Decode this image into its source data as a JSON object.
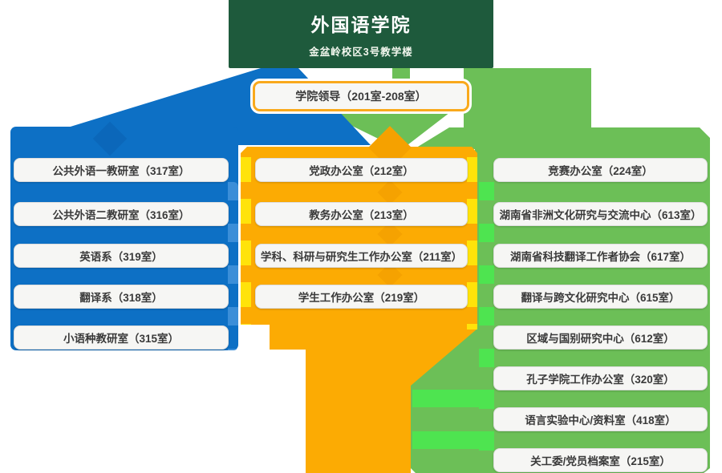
{
  "header": {
    "title": "外国语学院",
    "subtitle": "金盆岭校区3号教学楼"
  },
  "leadership": {
    "label": "学院领导（201室-208室）"
  },
  "columns": [
    {
      "name": "teaching-departments",
      "color": "#0d70c5",
      "items": [
        "公共外语一教研室（317室）",
        "公共外语二教研室（316室）",
        "英语系（319室）",
        "翻译系（318室）",
        "小语种教研室（315室）"
      ]
    },
    {
      "name": "administrative-offices",
      "color": "#fcab03",
      "items": [
        "党政办公室（212室）",
        "教务办公室（213室）",
        "学科、科研与研究生工作办公室（211室）",
        "学生工作办公室（219室）"
      ]
    },
    {
      "name": "research-centers",
      "color": "#6cbf57",
      "items": [
        "竞赛办公室（224室）",
        "湖南省非洲文化研究与交流中心（613室）",
        "湖南省科技翻译工作者协会（617室）",
        "翻译与跨文化研究中心（615室）",
        "区域与国别研究中心（612室）",
        "孔子学院工作办公室（320室）",
        "语言实验中心/资料室（418室）",
        "关工委/党员档案室（215室）"
      ]
    }
  ],
  "colors": {
    "header_green": "#1e5a3c",
    "blue": "#0d70c5",
    "orange": "#fcab03",
    "stripe_yellow": "#ffe30a",
    "green": "#6cbf57",
    "stripe_bright_green": "#4ee450",
    "leader_border_orange": "#f9a91c",
    "box_bg": "#f6f6f4",
    "text_dark": "#3a3a3a"
  }
}
